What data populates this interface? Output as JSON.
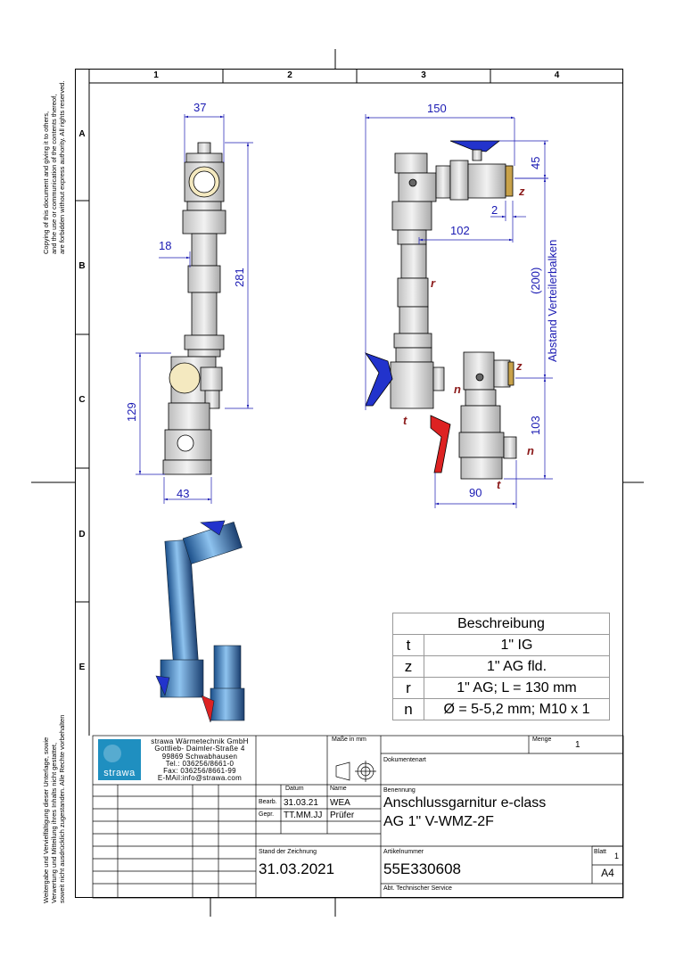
{
  "copyright_en": [
    "Copying of this document and giving it to others,",
    "and the use or communication of the contents thereof,",
    "are forbidden without express authority. All rights reserved."
  ],
  "copyright_de": [
    "Weitergabe und Vervielfältigung dieser Unterlage, sowie",
    "Verwertung und Mitteilung ihres Inhalts nicht gestattet,",
    "soweit nicht ausdrücklich zugestanden. Alle Rechte vorbehalten"
  ],
  "zones": {
    "columns": [
      "1",
      "2",
      "3",
      "4"
    ],
    "rows": [
      "A",
      "B",
      "C",
      "D",
      "E"
    ]
  },
  "dimensions": {
    "d37": "37",
    "d18": "18",
    "d281": "281",
    "d129": "129",
    "d43": "43",
    "d150": "150",
    "d45": "45",
    "d2": "2",
    "d102": "102",
    "d200": "(200)",
    "abstand": "Abstand Verteilerbalken",
    "d103": "103",
    "d90": "90"
  },
  "markers": {
    "z": "z",
    "r": "r",
    "n": "n",
    "t": "t"
  },
  "description": {
    "header": "Beschreibung",
    "rows": [
      {
        "key": "t",
        "value": "1\" IG"
      },
      {
        "key": "z",
        "value": "1\" AG fld."
      },
      {
        "key": "r",
        "value": "1\" AG; L = 130 mm"
      },
      {
        "key": "n",
        "value": "Ø = 5-5,2 mm; M10 x 1"
      }
    ]
  },
  "company": {
    "logo": "strawa",
    "lines": [
      "strawa Wärmetechnik GmbH",
      "Gottlieb- Daimler-Straße 4",
      "99869 Schwabhausen",
      "Tel.: 036256/8661-0",
      "Fax: 036256/8661-99",
      "E-MAil:info@strawa.com"
    ]
  },
  "title_block": {
    "masse_label": "Maße in mm",
    "menge_label": "Menge",
    "menge_value": "1",
    "dokumentenart_label": "Dokumentenart",
    "datum_label": "Datum",
    "name_label": "Name",
    "benennung_label": "Benennung",
    "bearb_label": "Bearb.",
    "bearb_date": "31.03.21",
    "bearb_name": "WEA",
    "gepr_label": "Gepr.",
    "gepr_date": "TT.MM.JJ",
    "gepr_name": "Prüfer",
    "title_line1": "Anschlussgarnitur e-class",
    "title_line2": "AG 1\" V-WMZ-2F",
    "stand_label": "Stand der Zeichnung",
    "stand_value": "31.03.2021",
    "artikel_label": "Artikelnummer",
    "artikel_value": "55E330608",
    "blatt_label": "Blatt",
    "blatt_value": "1",
    "format_value": "A4",
    "abt_label": "Abt. Technischer Service"
  },
  "colors": {
    "line": "#000000",
    "dim": "#1a1ab3",
    "marker": "#8b1a1a",
    "brass": "#d8d8d8",
    "blue_handle": "#2233cc",
    "red_handle": "#dd2222",
    "logo_bg": "#1f8fc0"
  }
}
